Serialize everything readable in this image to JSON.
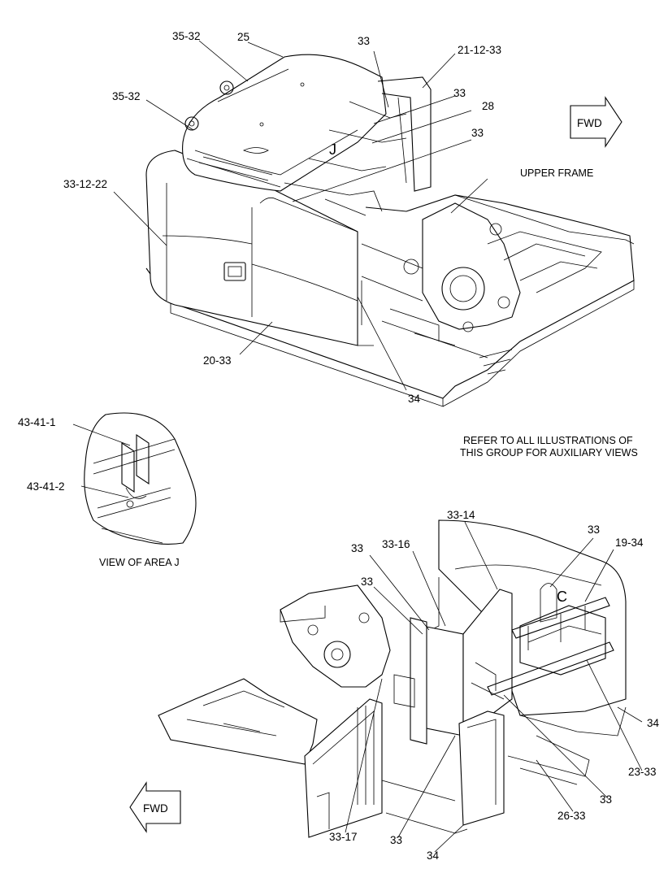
{
  "callouts": {
    "c1": "35-32",
    "c2": "25",
    "c3": "33",
    "c4": "21-12-33",
    "c5": "35-32",
    "c6": "33",
    "c7": "28",
    "c8": "33",
    "c9": "33-12-22",
    "c10": "20-33",
    "c11": "34",
    "c12": "43-41-1",
    "c13": "43-41-2",
    "c14": "33-14",
    "c15": "33",
    "c16": "33-16",
    "c17": "19-34",
    "c18": "33",
    "c19": "33",
    "c20": "34",
    "c21": "23-33",
    "c22": "33",
    "c23": "26-33",
    "c24": "33-17",
    "c25": "33",
    "c26": "34"
  },
  "labels": {
    "upper_frame": "UPPER FRAME",
    "view_of_area": "VIEW OF AREA J",
    "refer_line1": "REFER TO ALL ILLUSTRATIONS OF",
    "refer_line2": "THIS GROUP FOR AUXILIARY VIEWS",
    "area_marker": "J",
    "view_marker": "C",
    "fwd_top": "FWD",
    "fwd_bottom": "FWD"
  }
}
